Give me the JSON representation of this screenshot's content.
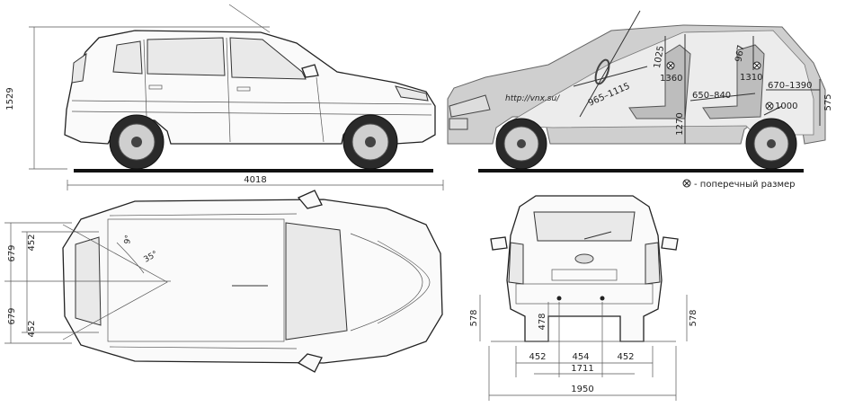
{
  "side_view": {
    "height": "1529",
    "length": "4018"
  },
  "cutaway_view": {
    "watermark": "http://vnx.su/",
    "dims": {
      "front_headroom": "1025",
      "front_shoulder": "1360",
      "front_legroom": "965–1115",
      "rear_legroom": "650–840",
      "seat_height": "1270",
      "rear_headroom": "967",
      "rear_shoulder": "1310",
      "cargo_length": "670–1390",
      "cargo_width": "1000",
      "cargo_height": "575"
    },
    "legend": "- поперечный размер"
  },
  "top_view": {
    "half_width_upper": "679",
    "half_width_lower": "679",
    "inner_upper": "452",
    "inner_lower": "452",
    "angle_1": "9°",
    "angle_2": "35°"
  },
  "rear_view": {
    "ground_clearance_left": "578",
    "ground_clearance_right": "578",
    "opening_height": "478",
    "track_left": "452",
    "track_center": "454",
    "track_right": "452",
    "track_width": "1711",
    "overall_width": "1950"
  }
}
